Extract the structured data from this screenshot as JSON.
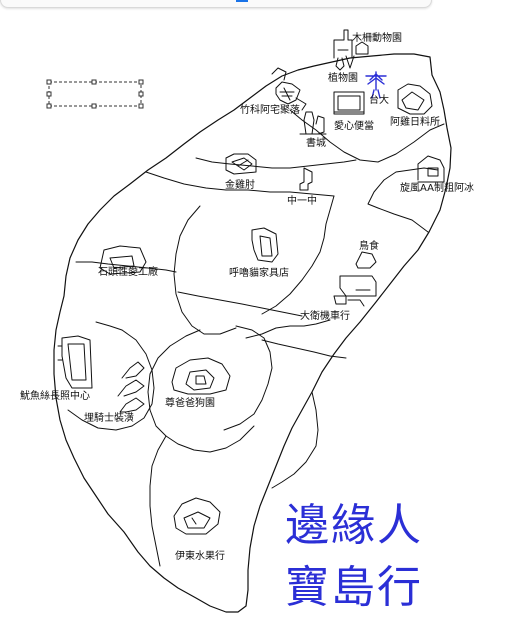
{
  "title_lines": [
    "邊緣人",
    "寶島行"
  ],
  "places": {
    "mucha_zoo": "木柵動物園",
    "botanical_garden": "植物園",
    "ntu": "台大",
    "zhuke_village": "竹科阿宅聚落",
    "aixin_lunch": "愛心便當",
    "alihri_cuisine": "阿雞日料所",
    "library": "書城",
    "jinjizhou": "金雞肘",
    "xuanfeng_ice": "旋風AA制粗阿冰",
    "zhongyizhong": "中一中",
    "stone_factory": "石頭性愛工廠",
    "cat_furniture": "呼嚕貓家具店",
    "bird_food": "鳥食",
    "dawei_motor": "大衛機車行",
    "squid_photo": "魷魚絲長照中心",
    "dad_dog_park": "尊爸爸狗園",
    "hilda_deco": "埋騎士裝潢",
    "yidong_fruit": "伊東水果行"
  },
  "colors": {
    "map_stroke": "#111111",
    "title_ink": "#2b2fd6",
    "selection": "#333333"
  }
}
